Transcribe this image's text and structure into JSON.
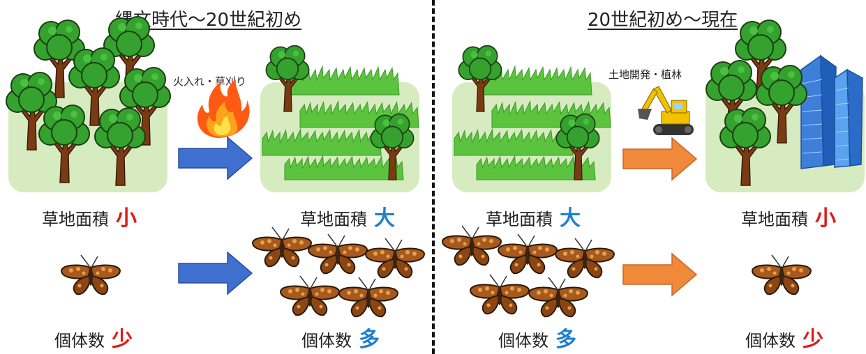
{
  "panel_left": {
    "title": "縄文時代～20世紀初め",
    "action": "火入れ・草刈り",
    "before": {
      "area_label": "草地面積",
      "area_mark": "小",
      "count_label": "個体数",
      "count_mark": "少"
    },
    "after": {
      "area_label": "草地面積",
      "area_mark": "大",
      "count_label": "個体数",
      "count_mark": "多"
    }
  },
  "panel_right": {
    "title": "20世紀初め～現在",
    "action": "土地開発・植林",
    "before": {
      "area_label": "草地面積",
      "area_mark": "大",
      "count_label": "個体数",
      "count_mark": "多"
    },
    "after": {
      "area_label": "草地面積",
      "area_mark": "小",
      "count_label": "個体数",
      "count_mark": "少"
    }
  },
  "colors": {
    "small_mark": "#e01818",
    "large_mark": "#1e7fd0",
    "arrow_left": "#3f6fcf",
    "arrow_right": "#f0893a",
    "field": "#d6ecc0",
    "tree_leaf": "#35a12e",
    "tree_trunk": "#7a3b14",
    "grass": "#5cc33f"
  },
  "icons": [
    "tree-icon",
    "grass-icon",
    "fire-icon",
    "excavator-icon",
    "building-icon",
    "butterfly-icon",
    "arrow-right-icon"
  ]
}
